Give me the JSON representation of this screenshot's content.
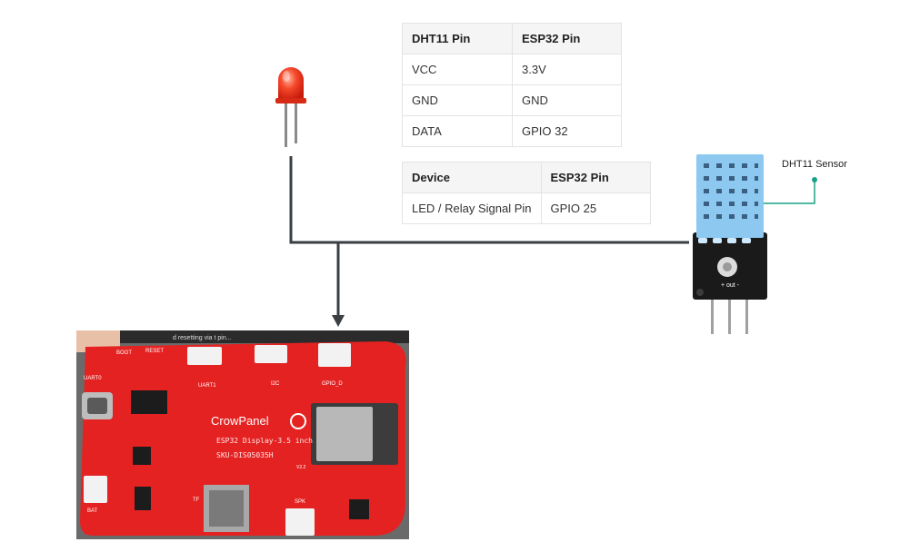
{
  "dht_table": {
    "headers": [
      "DHT11 Pin",
      "ESP32 Pin"
    ],
    "rows": [
      [
        "VCC",
        "3.3V"
      ],
      [
        "GND",
        "GND"
      ],
      [
        "DATA",
        "GPIO 32"
      ]
    ]
  },
  "device_table": {
    "headers": [
      "Device",
      "ESP32 Pin"
    ],
    "rows": [
      [
        "LED / Relay Signal Pin",
        "GPIO 25"
      ]
    ]
  },
  "sensor": {
    "label": "DHT11 Sensor",
    "pin_text": "+ out -",
    "color_body": "#8cc8f0",
    "color_pcb": "#1a1a1a",
    "callout_color": "#1aa085"
  },
  "led": {
    "color": "#f03a1e"
  },
  "board": {
    "brand": "CrowPanel",
    "model": "ESP32 Display-3.5 inch",
    "sku": "SKU-DIS05035H",
    "version": "V2.2",
    "labels": {
      "boot": "BOOT",
      "reset": "RESET",
      "uart0": "UART0",
      "uart1": "UART1",
      "i2c": "I2C",
      "gpio_d": "GPIO_D",
      "tf": "TF",
      "spk": "SPK",
      "bat": "BAT"
    },
    "color_pcb": "#e52222",
    "top_edge_text": "d resetting via t pin..."
  },
  "wire_color": "#3a3f44"
}
